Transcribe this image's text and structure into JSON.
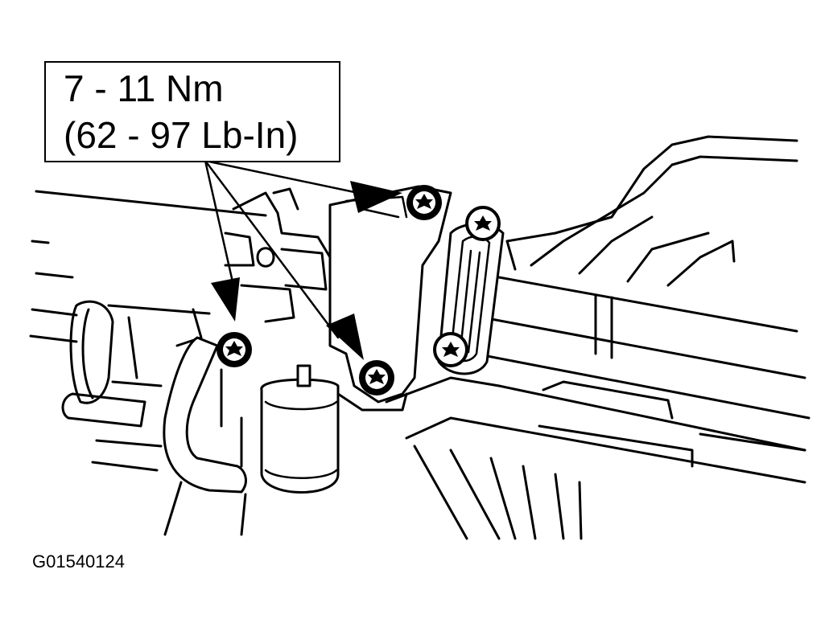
{
  "callout": {
    "torque_nm": "7 - 11 Nm",
    "torque_lbin": "(62 - 97 Lb-In)"
  },
  "figure_id": "G01540124",
  "icons": [
    "torx-bolt-icon",
    "arrow-icon"
  ]
}
